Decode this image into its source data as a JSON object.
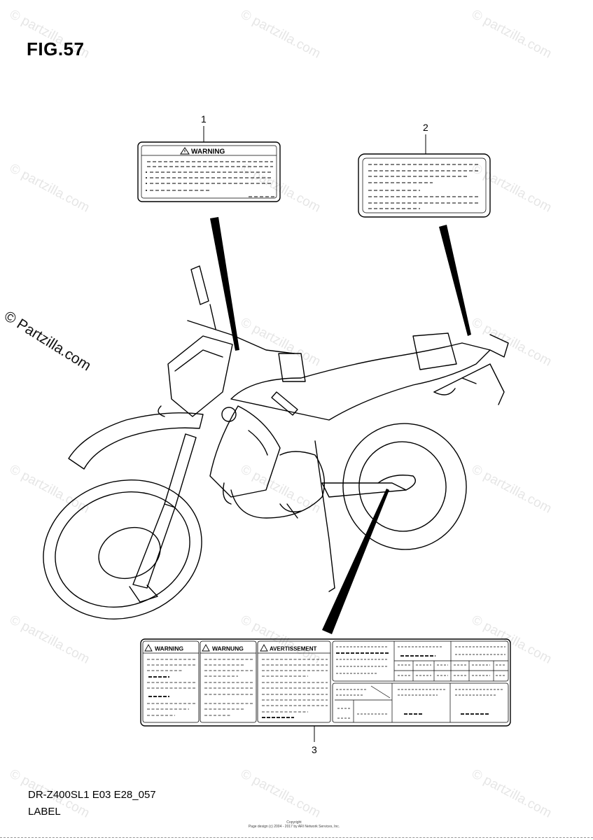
{
  "figure": {
    "title": "FIG.57",
    "code": "DR-Z400SL1 E03 E28_057",
    "name": "LABEL"
  },
  "callouts": [
    "1",
    "2",
    "3"
  ],
  "labels": {
    "label1_header": "WARNING",
    "label3_headers": [
      "WARNING",
      "WARNUNG",
      "AVERTISSEMENT"
    ]
  },
  "watermark": {
    "text": "© Partzilla.com",
    "faint_text": "© partzilla.com"
  },
  "copyright": {
    "line1": "Copyright",
    "line2": "Page design (c) 2004 - 2017 by ARI Network Services, Inc."
  },
  "colors": {
    "ink": "#000000",
    "watermark": "#d9d9d9"
  }
}
